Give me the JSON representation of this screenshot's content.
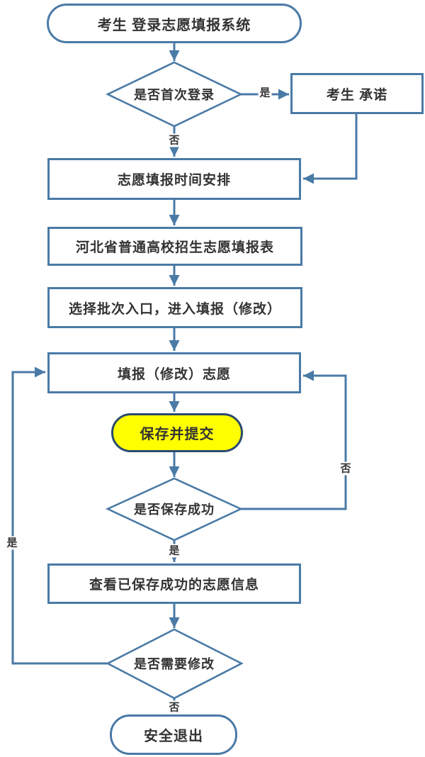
{
  "diagram_type": "flowchart",
  "colors": {
    "line": "#4A7AA6",
    "yellow_fill": "#FFFF00",
    "yellow_border": "#2B4A6F",
    "text": "#333333"
  },
  "nodes": {
    "start": {
      "shape": "terminator",
      "label": "考生 登录志愿填报系统"
    },
    "first_login": {
      "shape": "decision",
      "label": "是否首次登录"
    },
    "promise": {
      "shape": "process",
      "label": "考生 承诺"
    },
    "schedule": {
      "shape": "process",
      "label": "志愿填报时间安排"
    },
    "form": {
      "shape": "process",
      "label": "河北省普通高校招生志愿填报表"
    },
    "batch": {
      "shape": "process",
      "label": "选择批次入口，进入填报（修改）"
    },
    "fill": {
      "shape": "process",
      "label": "填报（修改）志愿"
    },
    "save": {
      "shape": "terminator",
      "label": "保存并提交"
    },
    "save_ok": {
      "shape": "decision",
      "label": "是否保存成功"
    },
    "view": {
      "shape": "process",
      "label": "查看已保存成功的志愿信息"
    },
    "need_modify": {
      "shape": "decision",
      "label": "是否需要修改"
    },
    "exit": {
      "shape": "terminator",
      "label": "安全退出"
    }
  },
  "edges": [
    {
      "from": "start",
      "to": "first_login"
    },
    {
      "from": "first_login",
      "to": "promise",
      "label": "是"
    },
    {
      "from": "first_login",
      "to": "schedule",
      "label": "否"
    },
    {
      "from": "promise",
      "to": "schedule"
    },
    {
      "from": "schedule",
      "to": "form"
    },
    {
      "from": "form",
      "to": "batch"
    },
    {
      "from": "batch",
      "to": "fill"
    },
    {
      "from": "fill",
      "to": "save"
    },
    {
      "from": "save",
      "to": "save_ok"
    },
    {
      "from": "save_ok",
      "to": "fill",
      "label": "否"
    },
    {
      "from": "save_ok",
      "to": "view",
      "label": "是"
    },
    {
      "from": "view",
      "to": "need_modify"
    },
    {
      "from": "need_modify",
      "to": "fill",
      "label": "是"
    },
    {
      "from": "need_modify",
      "to": "exit",
      "label": "否"
    }
  ]
}
